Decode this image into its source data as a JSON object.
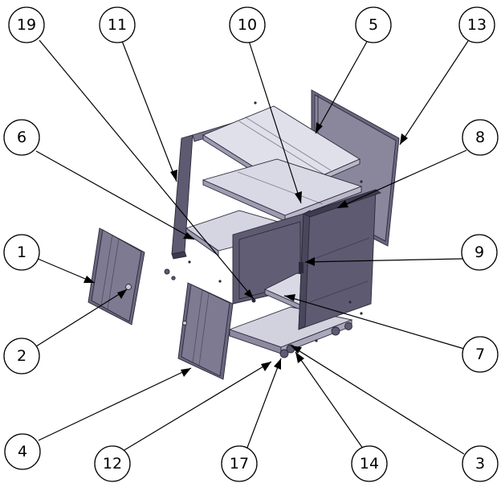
{
  "colors": {
    "panel_dark": "#5e5a71",
    "panel_mid": "#7e7a91",
    "panel_light": "#c9c9d7",
    "panel_lighter": "#e0e0ea",
    "edge": "#2b2838",
    "ink": "#000000",
    "background": "#ffffff"
  },
  "callouts": [
    {
      "id": "c19",
      "label": "19"
    },
    {
      "id": "c11",
      "label": "11"
    },
    {
      "id": "c10",
      "label": "10"
    },
    {
      "id": "c5",
      "label": "5"
    },
    {
      "id": "c13",
      "label": "13"
    },
    {
      "id": "c6",
      "label": "6"
    },
    {
      "id": "c8",
      "label": "8"
    },
    {
      "id": "c1",
      "label": "1"
    },
    {
      "id": "c9",
      "label": "9"
    },
    {
      "id": "c2",
      "label": "2"
    },
    {
      "id": "c7",
      "label": "7"
    },
    {
      "id": "c4",
      "label": "4"
    },
    {
      "id": "c12",
      "label": "12"
    },
    {
      "id": "c17",
      "label": "17"
    },
    {
      "id": "c14",
      "label": "14"
    },
    {
      "id": "c3",
      "label": "3"
    }
  ]
}
